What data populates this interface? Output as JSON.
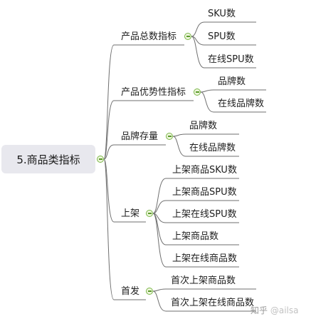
{
  "root": {
    "label": "5.商品类指标"
  },
  "branches": [
    {
      "label": "产品总数指标",
      "children": [
        "SKU数",
        "SPU数",
        "在线SPU数"
      ]
    },
    {
      "label": "产品优势性指标",
      "children": [
        "品牌数",
        "在线品牌数"
      ]
    },
    {
      "label": "品牌存量",
      "children": [
        "品牌数",
        "在线品牌数"
      ]
    },
    {
      "label": "上架",
      "children": [
        "上架商品SKU数",
        "上架商品SPU数",
        "上架在线SPU数",
        "上架商品数",
        "上架在线商品数"
      ]
    },
    {
      "label": "首发",
      "children": [
        "首次上架商品数",
        "首次上架在线商品数"
      ]
    }
  ],
  "watermark": {
    "site": "知乎",
    "user": "@ailsa"
  },
  "colors": {
    "line": "#6f6f6f",
    "toggle_border": "#7ab648",
    "root_bg": "#e8e8ee"
  }
}
